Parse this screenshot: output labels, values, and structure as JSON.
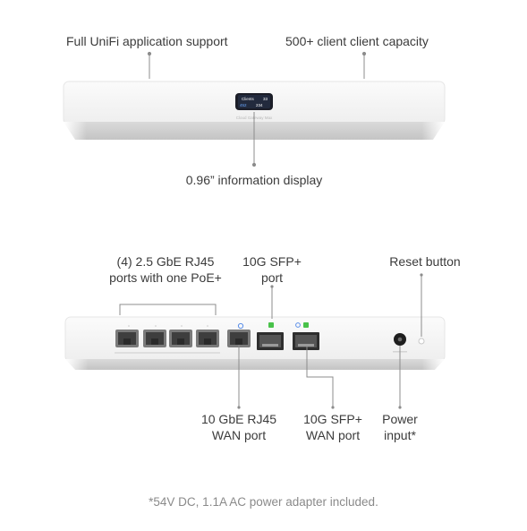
{
  "top_device": {
    "callout_app_support": "Full UniFi application support",
    "callout_client_capacity": "500+ client client capacity",
    "callout_display": "0.96” information display",
    "display_screen": {
      "line1_left": "Clients",
      "line1_right": "33",
      "line2_left": "452",
      "line2_right": "234"
    },
    "front_model_text": "Cloud Gateway Max"
  },
  "rear_device": {
    "callout_rj45_line1": "(4) 2.5 GbE RJ45",
    "callout_rj45_line2": "ports with one PoE+",
    "callout_sfp_port_line1": "10G SFP+",
    "callout_sfp_port_line2": "port",
    "callout_reset": "Reset button",
    "callout_wan_rj45_line1": "10 GbE RJ45",
    "callout_wan_rj45_line2": "WAN port",
    "callout_wan_sfp_line1": "10G SFP+",
    "callout_wan_sfp_line2": "WAN port",
    "callout_power_line1": "Power",
    "callout_power_line2": "input*"
  },
  "footnote": "*54V DC, 1.1A AC power adapter included."
}
